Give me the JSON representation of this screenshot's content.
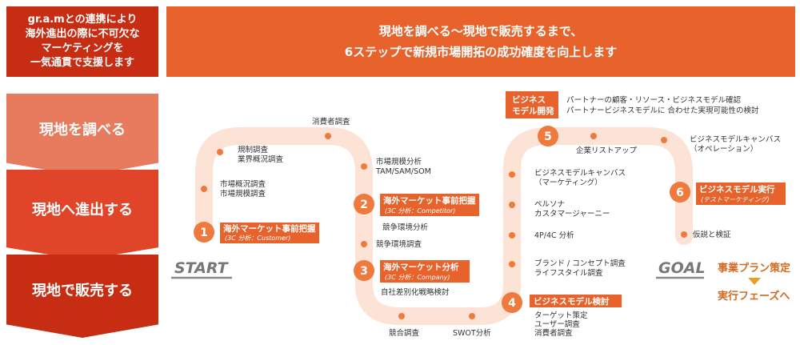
{
  "header": {
    "left_lines": [
      "gr.a.mとの連携により",
      "海外進出の際に不可欠な",
      "マーケティングを",
      "一気通貫で支援します"
    ],
    "banner_lines": [
      "現地を調べる～現地で販売するまで、",
      "6ステップで新規市場開拓の成功確度を向上します"
    ]
  },
  "phases": [
    "現地を調べる",
    "現地へ進出する",
    "現地で販売する"
  ],
  "start_label": "START",
  "goal_label": "GOAL",
  "next_phase": {
    "line1": "事業プラン策定",
    "line2": "実行フェーズへ"
  },
  "steps": [
    {
      "num": "1",
      "title": "海外マーケット事前把握",
      "sub": "(3C 分析：Customer)"
    },
    {
      "num": "2",
      "title": "海外マーケット事前把握",
      "sub": "(3C 分析：Competitor)"
    },
    {
      "num": "3",
      "title": "海外マーケット分析",
      "sub": "(3C 分析：Company)"
    },
    {
      "num": "4",
      "title": "ビジネスモデル検討",
      "sub": ""
    },
    {
      "num": "5",
      "title_lines": [
        "ビジネス",
        "モデル開発"
      ],
      "sub": ""
    },
    {
      "num": "6",
      "title": "ビジネスモデル実行",
      "sub": "(テストマーケティング)"
    }
  ],
  "labels": {
    "market_overview": [
      "市場概況調査",
      "市場規模調査"
    ],
    "regulation": [
      "規制調査",
      "業界概況調査"
    ],
    "consumer": [
      "消費者調査"
    ],
    "market_size": [
      "市場規模分析",
      "TAM/SAM/SOM"
    ],
    "competitive": [
      "競争環境分析"
    ],
    "competitive_research": [
      "競争環境調査"
    ],
    "differentiation": [
      "自社差別化戦略検討"
    ],
    "competitor_research": [
      "競合調査"
    ],
    "swot": [
      "SWOT分析"
    ],
    "target": [
      "ターゲット策定",
      "ユーザー調査",
      "消費者調査"
    ],
    "brand": [
      "ブランド / コンセプト調査",
      "ライフスタイル調査"
    ],
    "fourp": [
      "4P/4C 分析"
    ],
    "persona": [
      "ペルソナ",
      "カスタマージャーニー"
    ],
    "bmc_marketing": [
      "ビジネスモデルキャンバス",
      "（マーケティング）"
    ],
    "company_list": [
      "企業リストアップ"
    ],
    "partner": [
      "パートナーの顧客・リソース・ビジネスモデル確認",
      "パートナービジネスモデルに 合わせた実現可能性の検討"
    ],
    "bmc_operation": [
      "ビジネスモデルキャンバス",
      "（オペレーション）"
    ],
    "hypothesis": [
      "仮説と検証"
    ]
  },
  "colors": {
    "accent": "#e8622b",
    "dark_red": "#c62d12",
    "track": "#fce3d6",
    "dot": "#ee7a3e"
  }
}
